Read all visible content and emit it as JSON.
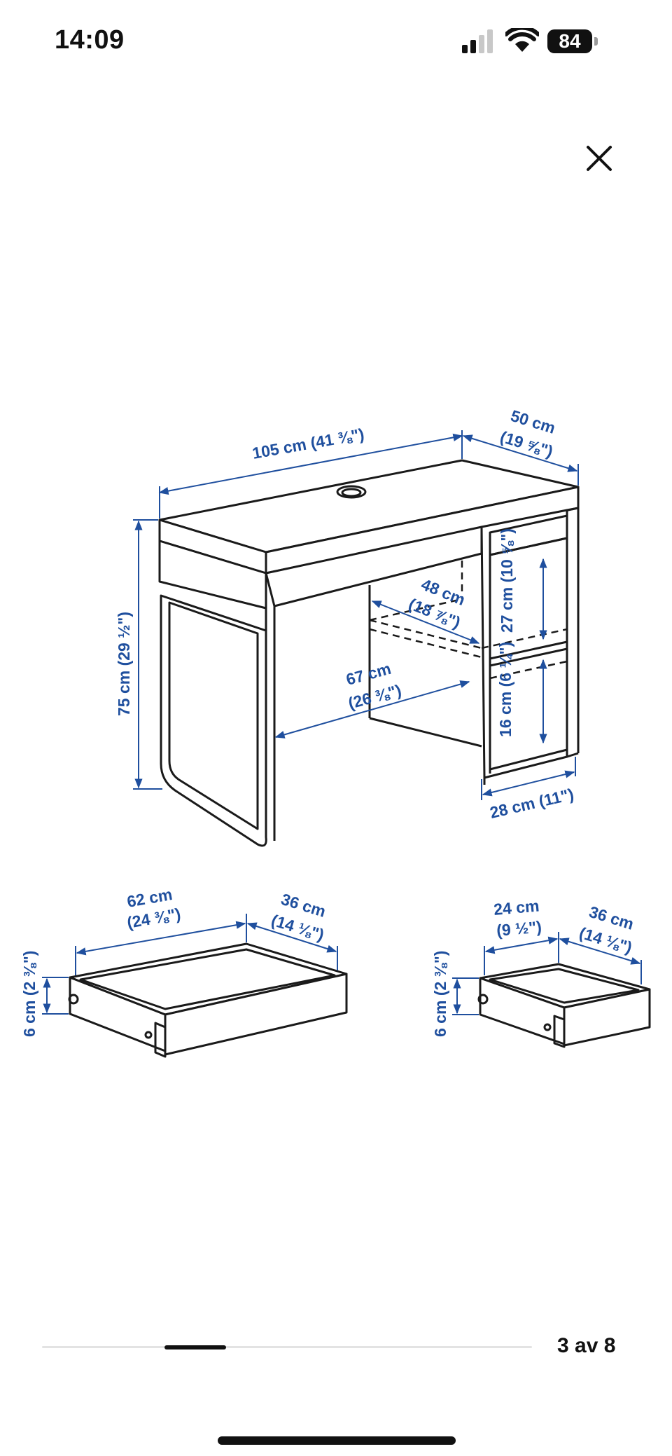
{
  "status_bar": {
    "time": "14:09",
    "battery": "84",
    "icons": [
      "signal-icon",
      "wifi-icon",
      "battery-icon"
    ]
  },
  "toolbar": {
    "close_icon": "close-icon"
  },
  "dimension_labels": {
    "width": "105 cm (41 ⅜\")",
    "depth_cm": "50 cm",
    "depth_in": "(19 ⅝\")",
    "height": "75 cm (29 ½\")",
    "shelf_depth_cm": "48 cm",
    "shelf_depth_in": "(18 ⅞\")",
    "knee_width_cm": "67 cm",
    "knee_width_in": "(26 ⅜\")",
    "upper_opening": "27 cm (10 ⅝\")",
    "lower_opening": "16 cm (6 ¼\")",
    "cabinet_width": "28 cm (11\")",
    "big_drawer_width_cm": "62 cm",
    "big_drawer_width_in": "(24 ⅜\")",
    "big_drawer_depth_cm": "36 cm",
    "big_drawer_depth_in": "(14 ⅛\")",
    "big_drawer_height": "6 cm (2 ⅜\")",
    "small_drawer_width_cm": "24 cm",
    "small_drawer_width_in": "(9 ½\")",
    "small_drawer_depth_cm": "36 cm",
    "small_drawer_depth_in": "(14 ⅛\")",
    "small_drawer_height": "6 cm (2 ⅜\")"
  },
  "gallery": {
    "current": 3,
    "total": 8,
    "counter_label": "3 av 8"
  },
  "colors": {
    "dimension": "#1f4f9e",
    "line_art": "#1a1a1a",
    "background": "#ffffff"
  }
}
